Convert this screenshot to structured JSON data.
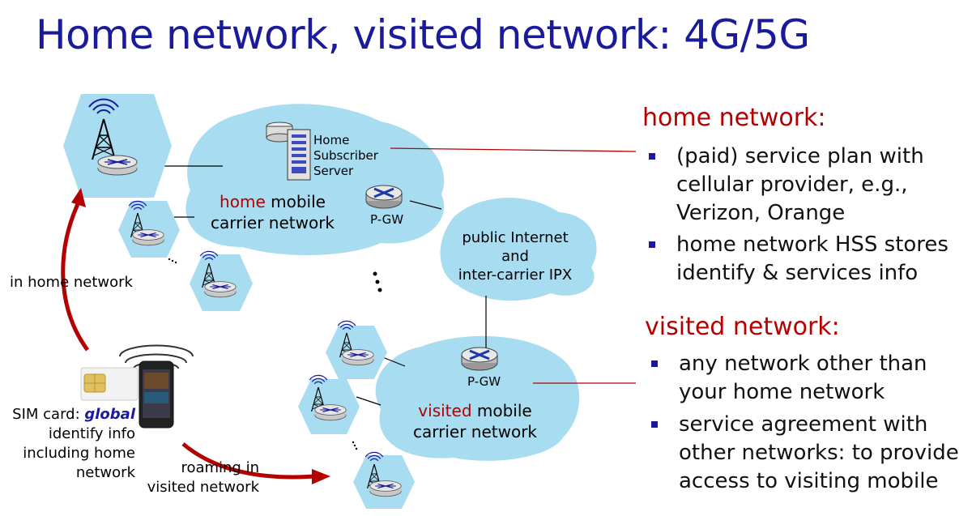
{
  "title": "Home network, visited network: 4G/5G",
  "diagram": {
    "hss_label": [
      "Home",
      "Subscriber",
      "Server"
    ],
    "home_cloud": {
      "line1_red": "home",
      "line1_rest": " mobile",
      "line2": "carrier network"
    },
    "pgw_label": "P-GW",
    "internet_cloud": [
      "public Internet",
      "and",
      "inter-carrier IPX"
    ],
    "visited_cloud": {
      "line1_red": "visited",
      "line1_rest": " mobile",
      "line2": "carrier network"
    },
    "in_home": "in home network",
    "sim": {
      "prefix": "SIM card: ",
      "global": "global",
      "lines": [
        "identify info",
        "including  home",
        "network"
      ]
    },
    "roaming": [
      "roaming in",
      "visited network"
    ]
  },
  "home_section": {
    "heading": "home network:",
    "bullets": [
      [
        "(paid) service plan with",
        "cellular provider, e.g.,",
        "Verizon, Orange"
      ],
      [
        "home network HSS stores",
        "identify & services info"
      ]
    ]
  },
  "visited_section": {
    "heading": "visited network:",
    "bullets": [
      [
        "any network other than",
        "your home network"
      ],
      [
        "service agreement with",
        "other networks: to provide",
        "access to visiting mobile"
      ]
    ]
  },
  "colors": {
    "title": "#1a1a9c",
    "accent_red": "#b30000",
    "cloud": "#a8dcf0",
    "hex": "#a8dcf0"
  }
}
